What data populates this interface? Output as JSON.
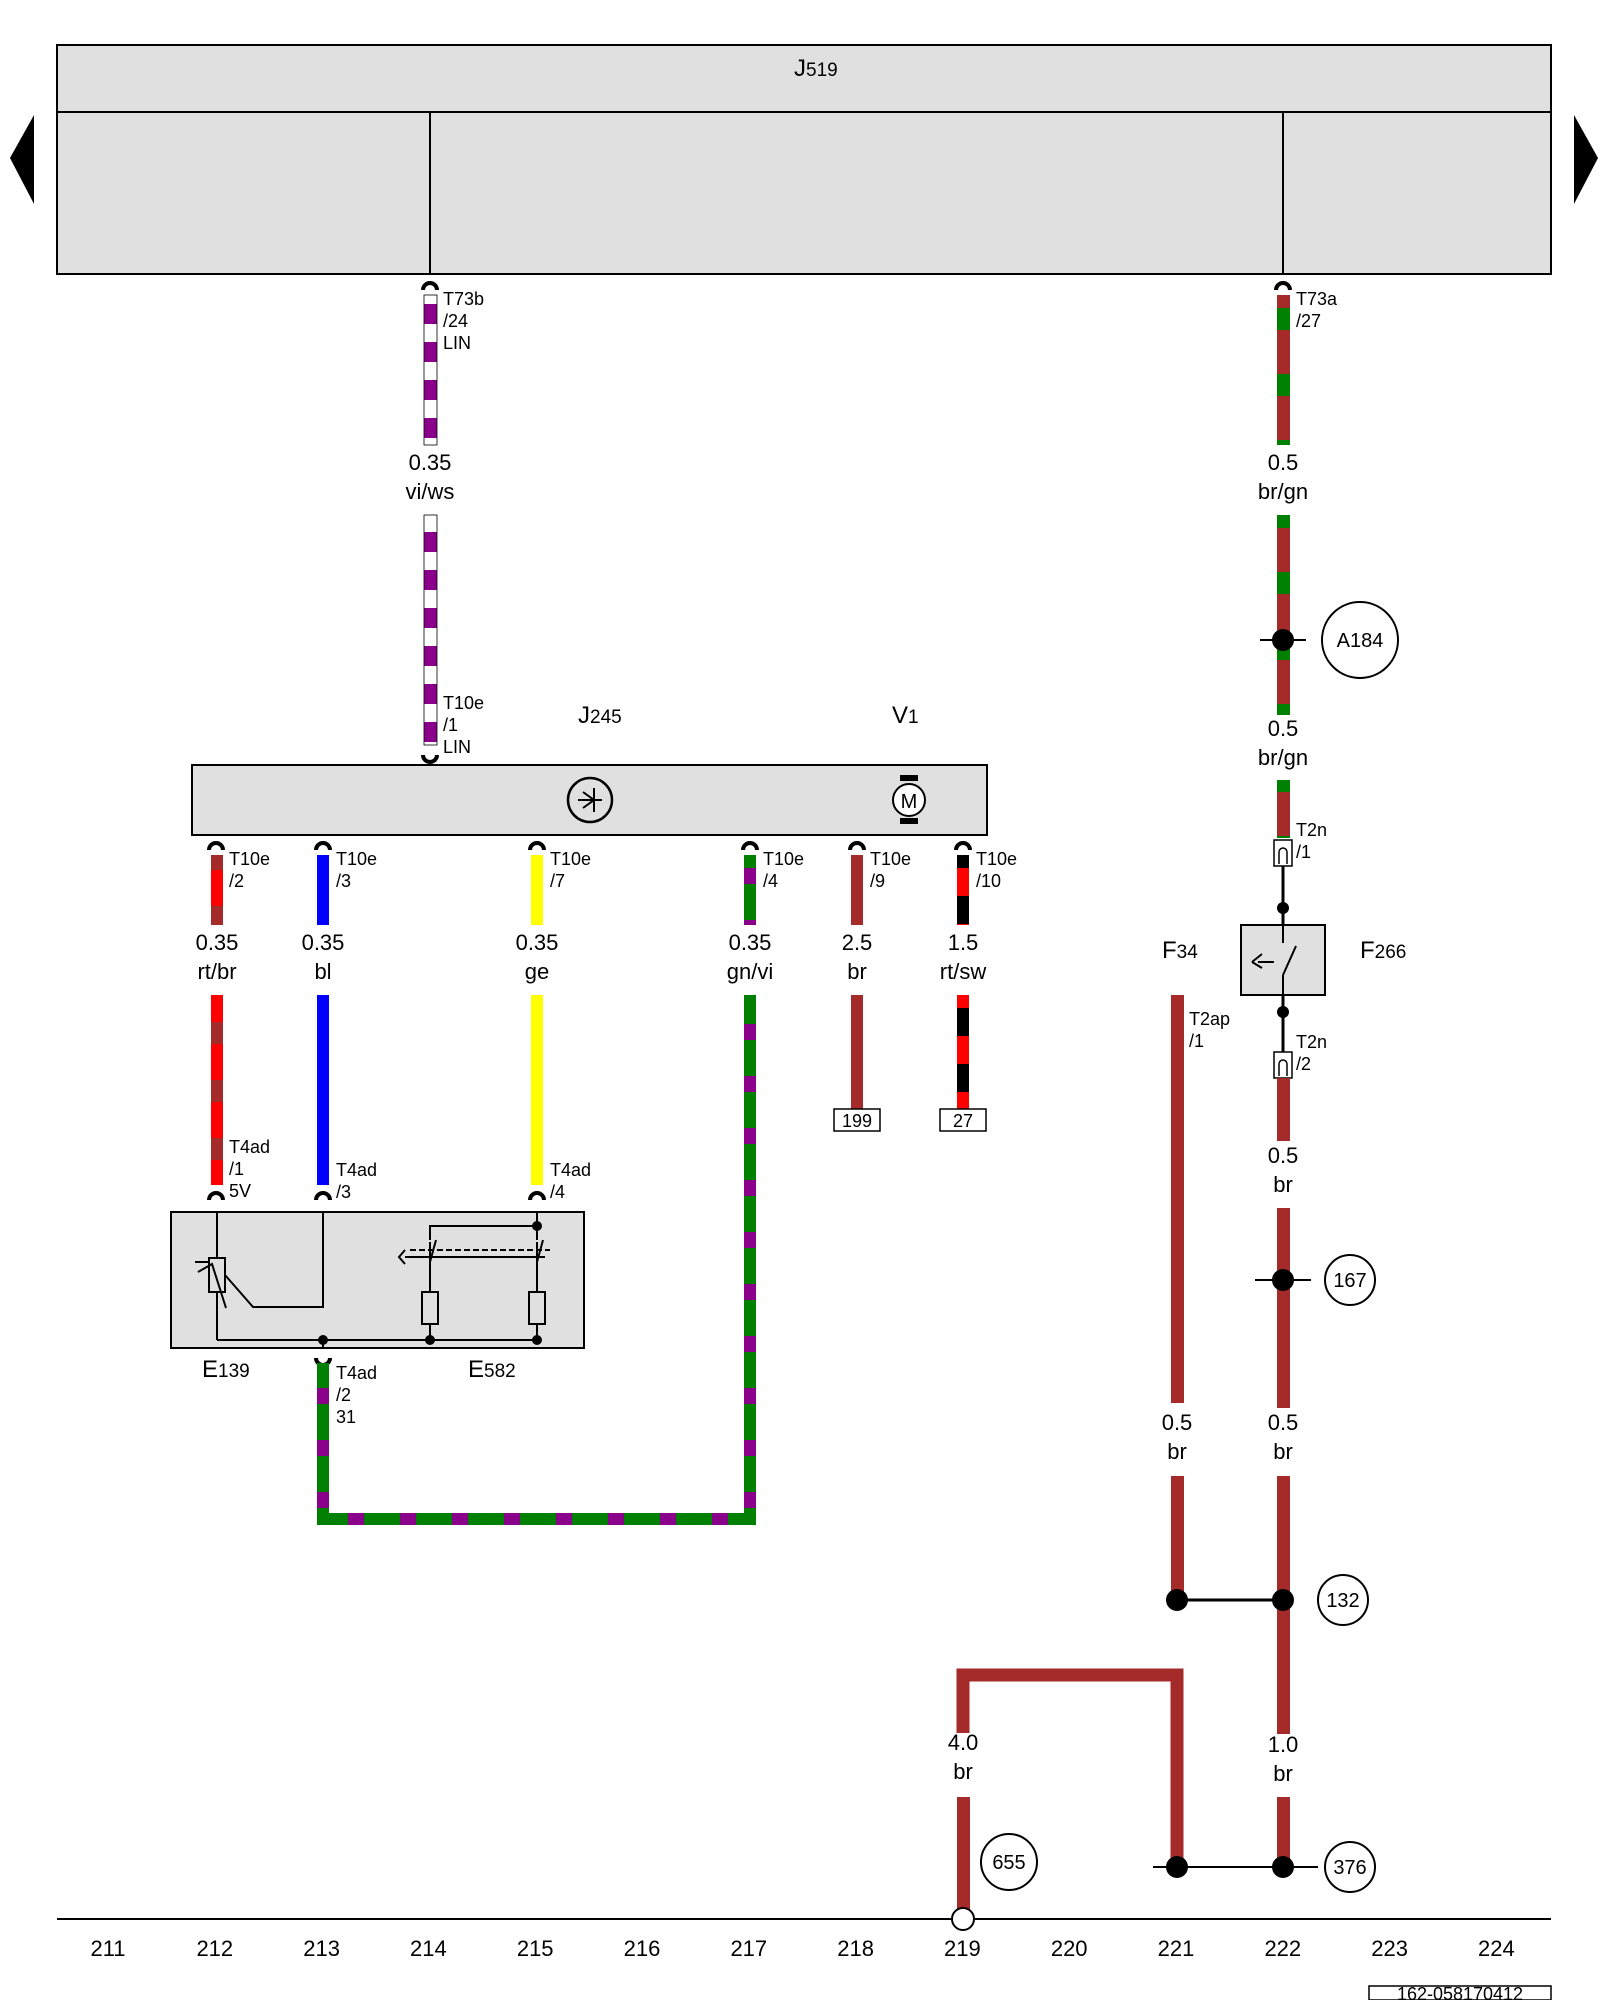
{
  "colors": {
    "vi": "#8b008b",
    "ws": "#ffffff",
    "br": "#a52a2a",
    "gn": "#008000",
    "rt": "#ff0000",
    "bl": "#0000ff",
    "ge": "#ffff00",
    "sw": "#000000",
    "box_fill": "#e0e0e0"
  },
  "components": {
    "j519": {
      "letter": "J",
      "num": "519"
    },
    "j245": {
      "letter": "J",
      "num": "245"
    },
    "v1": {
      "letter": "V",
      "num": "1"
    },
    "e139": {
      "letter": "E",
      "num": "139"
    },
    "e582": {
      "letter": "E",
      "num": "582"
    },
    "f34": {
      "letter": "F",
      "num": "34"
    },
    "f266": {
      "letter": "F",
      "num": "266"
    }
  },
  "connectors": {
    "t73b": [
      "T73b",
      "/24",
      "LIN"
    ],
    "t73a": [
      "T73a",
      "/27"
    ],
    "t10e_1": [
      "T10e",
      "/1",
      "LIN"
    ],
    "t10e_2": [
      "T10e",
      "/2"
    ],
    "t10e_3": [
      "T10e",
      "/3"
    ],
    "t10e_7": [
      "T10e",
      "/7"
    ],
    "t10e_4": [
      "T10e",
      "/4"
    ],
    "t10e_9": [
      "T10e",
      "/9"
    ],
    "t10e_10": [
      "T10e",
      "/10"
    ],
    "t4ad_1": [
      "T4ad",
      "/1",
      "5V"
    ],
    "t4ad_3": [
      "T4ad",
      "/3"
    ],
    "t4ad_4": [
      "T4ad",
      "/4"
    ],
    "t4ad_2": [
      "T4ad",
      "/2",
      "31"
    ],
    "t2n_1": [
      "T2n",
      "/1"
    ],
    "t2n_2": [
      "T2n",
      "/2"
    ],
    "t2ap_1": [
      "T2ap",
      "/1"
    ]
  },
  "wires": {
    "w_lin_top": [
      "0.35",
      "vi/ws"
    ],
    "w_brgn_top": [
      "0.5",
      "br/gn"
    ],
    "w_brgn_mid": [
      "0.5",
      "br/gn"
    ],
    "w_rtbr": [
      "0.35",
      "rt/br"
    ],
    "w_bl": [
      "0.35",
      "bl"
    ],
    "w_ge": [
      "0.35",
      "ge"
    ],
    "w_gnvi": [
      "0.35",
      "gn/vi"
    ],
    "w_br25": [
      "2.5",
      "br"
    ],
    "w_rtsw": [
      "1.5",
      "rt/sw"
    ],
    "w_br05a": [
      "0.5",
      "br"
    ],
    "w_br05f": [
      "0.5",
      "br"
    ],
    "w_br05b": [
      "0.5",
      "br"
    ],
    "w_br40": [
      "4.0",
      "br"
    ],
    "w_br10": [
      "1.0",
      "br"
    ]
  },
  "references": {
    "a184": "A184",
    "r167": "167",
    "r132": "132",
    "r376": "376",
    "r655": "655",
    "ref199": "199",
    "ref27": "27"
  },
  "motor_symbol": "M",
  "axis": [
    "211",
    "212",
    "213",
    "214",
    "215",
    "216",
    "217",
    "218",
    "219",
    "220",
    "221",
    "222",
    "223",
    "224"
  ],
  "doc_id": "162-058170412",
  "icons": {
    "prev": "triangle-left-icon",
    "next": "triangle-right-icon"
  }
}
